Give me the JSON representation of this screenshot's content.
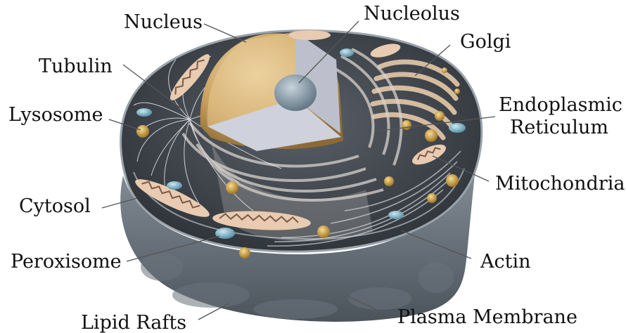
{
  "labels": {
    "nucleus": "Nucleus",
    "nucleolus": "Nucleolus",
    "golgi": "Golgi",
    "tubulin": "Tubulin",
    "lysosome": "Lysosome",
    "er_line1": "Endoplasmic",
    "er_line2": "Reticulum",
    "mitochondria": "Mitochondria",
    "cytosol": "Cytosol",
    "peroxisome": "Peroxisome",
    "actin": "Actin",
    "lipid_rafts": "Lipid Rafts",
    "plasma_membrane": "Plasma Membrane"
  },
  "colors": {
    "membrane_dark": "#4a5057",
    "membrane_mid": "#7d8791",
    "cytosol": "#3f454c",
    "nucleus_gold": "#c9a15f",
    "nucleus_cut": "#c9ccd6",
    "nucleolus": "#8ea0ae",
    "organelle_tan": "#e8cbb0",
    "organelle_gold": "#d9a441",
    "organelle_blue": "#7fb6c8"
  }
}
